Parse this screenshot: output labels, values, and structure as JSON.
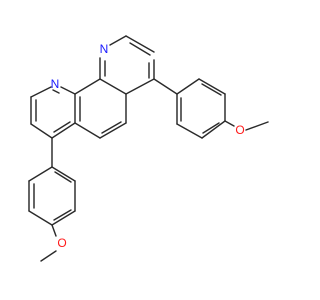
{
  "molecule": {
    "atom_labels": {
      "n1": "N",
      "n2": "N",
      "o1": "O",
      "o2": "O"
    },
    "colors": {
      "bond": "#2b2b2b",
      "nitrogen": "#1a1aff",
      "oxygen": "#ff1a1a",
      "background": "#ffffff"
    }
  }
}
